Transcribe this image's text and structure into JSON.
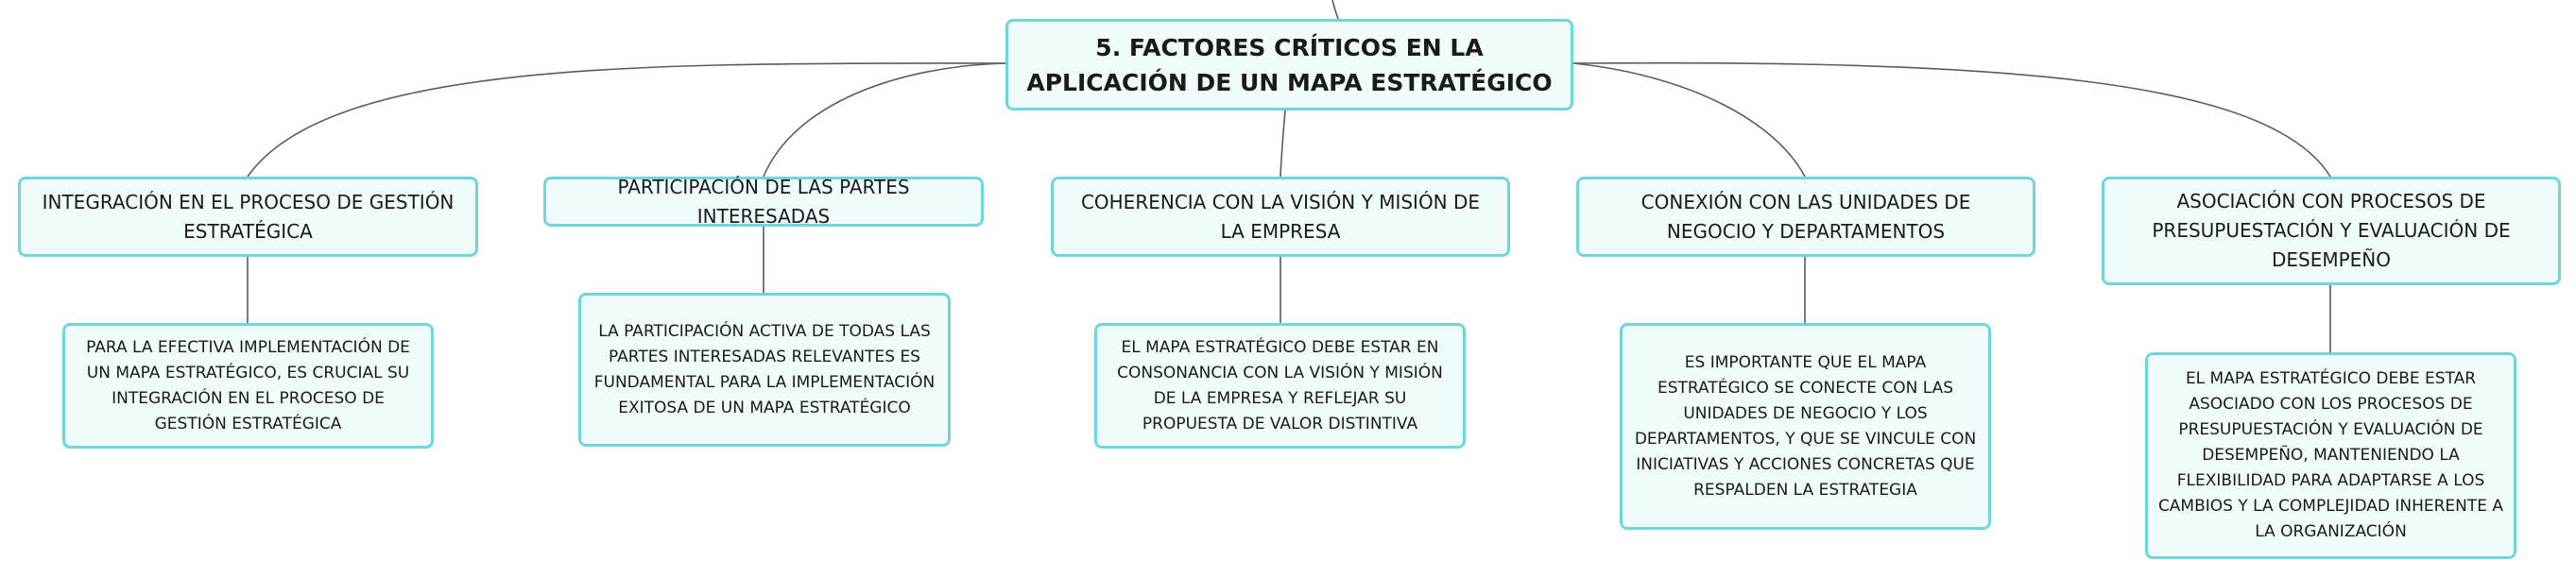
{
  "colors": {
    "node_border": "#6fd6dd",
    "node_fill": "#f0fcfc",
    "connector": "#5c5c5c",
    "text": "#1a1a1a"
  },
  "root": {
    "label": "5. FACTORES CRÍTICOS EN LA APLICACIÓN DE UN MAPA ESTRATÉGICO"
  },
  "branches": [
    {
      "title": "INTEGRACIÓN EN EL PROCESO DE GESTIÓN ESTRATÉGICA",
      "detail": "PARA LA EFECTIVA IMPLEMENTACIÓN DE UN MAPA ESTRATÉGICO, ES CRUCIAL SU INTEGRACIÓN EN EL PROCESO DE GESTIÓN ESTRATÉGICA"
    },
    {
      "title": "PARTICIPACIÓN DE LAS PARTES INTERESADAS",
      "detail": "LA PARTICIPACIÓN ACTIVA DE TODAS LAS PARTES INTERESADAS RELEVANTES ES FUNDAMENTAL PARA LA IMPLEMENTACIÓN EXITOSA DE UN MAPA ESTRATÉGICO"
    },
    {
      "title": "COHERENCIA CON LA VISIÓN Y MISIÓN DE LA EMPRESA",
      "detail": "EL MAPA ESTRATÉGICO DEBE ESTAR EN CONSONANCIA CON LA VISIÓN Y MISIÓN DE LA EMPRESA Y REFLEJAR SU PROPUESTA DE VALOR DISTINTIVA"
    },
    {
      "title": "CONEXIÓN CON LAS UNIDADES DE NEGOCIO Y DEPARTAMENTOS",
      "detail": "ES IMPORTANTE QUE EL MAPA ESTRATÉGICO SE CONECTE CON LAS UNIDADES DE NEGOCIO Y LOS DEPARTAMENTOS, Y QUE SE VINCULE CON INICIATIVAS Y ACCIONES CONCRETAS QUE RESPALDEN LA ESTRATEGIA"
    },
    {
      "title": "ASOCIACIÓN CON PROCESOS DE PRESUPUESTACIÓN Y EVALUACIÓN DE DESEMPEÑO",
      "detail": "EL MAPA ESTRATÉGICO DEBE ESTAR ASOCIADO CON LOS PROCESOS DE PRESUPUESTACIÓN Y EVALUACIÓN DE DESEMPEÑO, MANTENIENDO LA FLEXIBILIDAD PARA ADAPTARSE A LOS CAMBIOS Y LA COMPLEJIDAD INHERENTE A LA ORGANIZACIÓN"
    }
  ]
}
